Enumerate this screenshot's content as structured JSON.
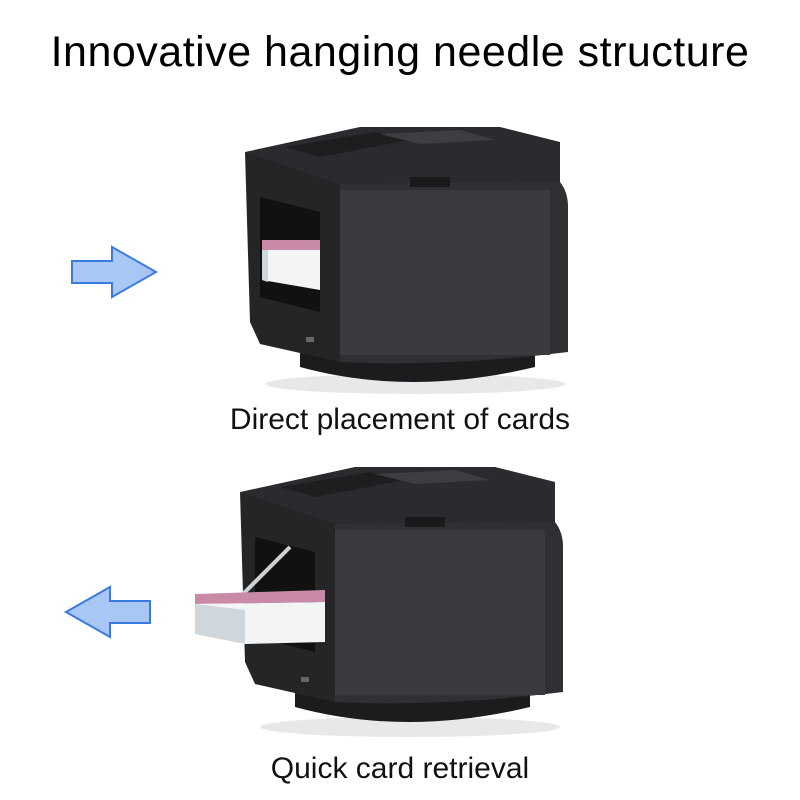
{
  "title": "Innovative hanging needle structure",
  "panels": [
    {
      "caption": "Direct placement of cards",
      "arrow_direction": "right",
      "state": "cards inserted into card shoe"
    },
    {
      "caption": "Quick card retrieval",
      "arrow_direction": "left",
      "state": "cards pulled out by hanging needle"
    }
  ],
  "colors": {
    "arrow_fill": "#a9c7f5",
    "arrow_stroke": "#3b7be0",
    "device_body": "#2b2b2d",
    "card_back": "#c98aa8",
    "card_edge": "#f2f4f6"
  }
}
